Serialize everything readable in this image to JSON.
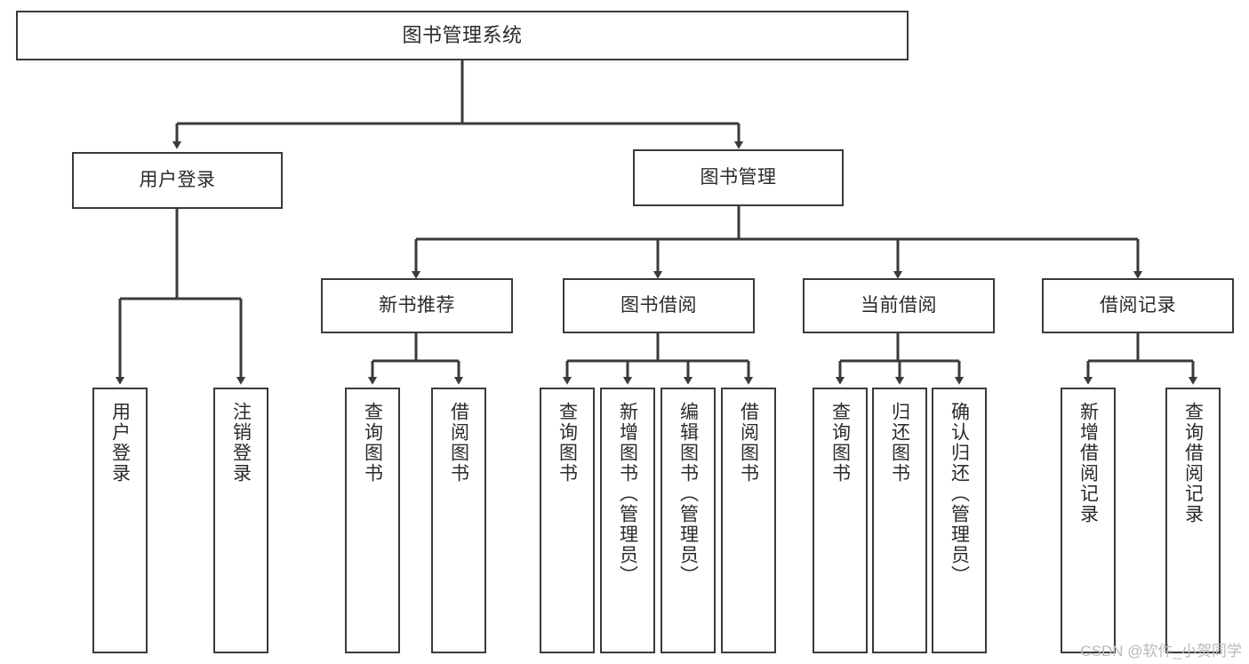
{
  "diagram": {
    "type": "tree-hierarchy-chart",
    "title": "图书管理系统",
    "watermark": "CSDN @软件_小贺同学",
    "colors": {
      "box_border": "#3a3a3a",
      "box_fill": "#ffffff",
      "edge": "#3a3a3a",
      "text": "#2b2b2b",
      "watermark": "#b9b9b9",
      "background": "#ffffff"
    },
    "nodes": {
      "root": {
        "label": "图书管理系统"
      },
      "level1": [
        {
          "label": "用户登录"
        },
        {
          "label": "图书管理"
        }
      ],
      "level2": [
        {
          "label": "新书推荐"
        },
        {
          "label": "图书借阅"
        },
        {
          "label": "当前借阅"
        },
        {
          "label": "借阅记录"
        }
      ],
      "leaves": {
        "user_login": [
          {
            "label": "用户登录"
          },
          {
            "label": "注销登录"
          }
        ],
        "new_book_recommend": [
          {
            "label": "查询图书"
          },
          {
            "label": "借阅图书"
          }
        ],
        "book_borrow": [
          {
            "label": "查询图书"
          },
          {
            "label": "新增图书（管理员）"
          },
          {
            "label": "编辑图书（管理员）"
          },
          {
            "label": "借阅图书"
          }
        ],
        "current_borrow": [
          {
            "label": "查询图书"
          },
          {
            "label": "归还图书"
          },
          {
            "label": "确认归还（管理员）"
          }
        ],
        "borrow_record": [
          {
            "label": "新增借阅记录"
          },
          {
            "label": "查询借阅记录"
          }
        ]
      }
    }
  }
}
